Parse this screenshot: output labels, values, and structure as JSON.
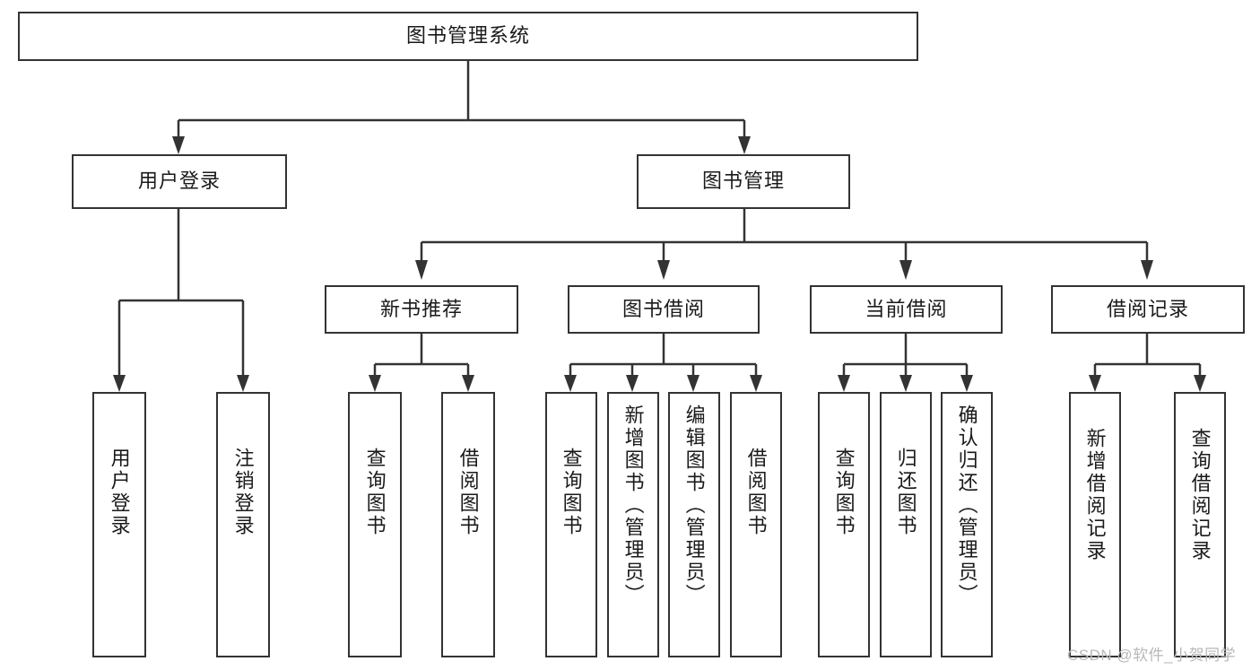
{
  "diagram": {
    "title": "图书管理系统",
    "root": {
      "label": "图书管理系统"
    },
    "level1": [
      {
        "label": "用户登录"
      },
      {
        "label": "图书管理"
      }
    ],
    "level2": [
      {
        "label": "新书推荐"
      },
      {
        "label": "图书借阅"
      },
      {
        "label": "当前借阅"
      },
      {
        "label": "借阅记录"
      }
    ],
    "leaves": {
      "user_login": [
        {
          "label": "用户登录"
        },
        {
          "label": "注销登录"
        }
      ],
      "new_book_recommend": [
        {
          "label": "查询图书"
        },
        {
          "label": "借阅图书"
        }
      ],
      "book_borrow": [
        {
          "label": "查询图书"
        },
        {
          "label": "新增图书（管理员）"
        },
        {
          "label": "编辑图书（管理员）"
        },
        {
          "label": "借阅图书"
        }
      ],
      "current_borrow": [
        {
          "label": "查询图书"
        },
        {
          "label": "归还图书"
        },
        {
          "label": "确认归还（管理员）"
        }
      ],
      "borrow_records": [
        {
          "label": "新增借阅记录"
        },
        {
          "label": "查询借阅记录"
        }
      ]
    }
  },
  "watermark": {
    "text": "CSDN @软件_小贺同学"
  },
  "colors": {
    "box_border": "#333333",
    "box_fill": "#ffffff",
    "connector": "#333333",
    "text": "#1a1a1a",
    "watermark": "#b8b8b8"
  }
}
